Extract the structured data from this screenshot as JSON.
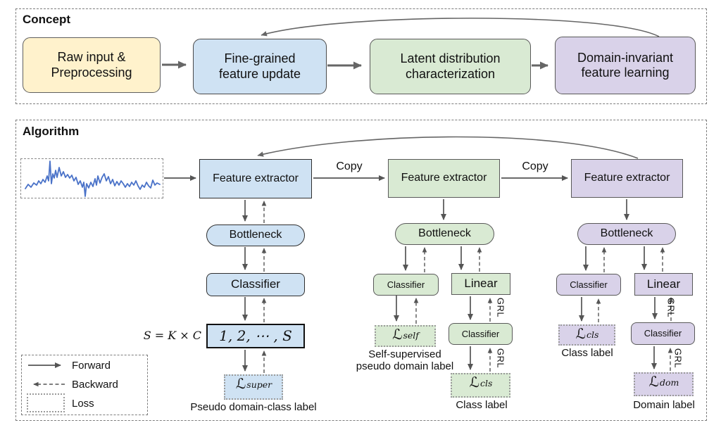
{
  "concept": {
    "title": "Concept",
    "boxes": [
      {
        "name": "raw-input-preprocessing",
        "line1": "Raw input &",
        "line2": "Preprocessing"
      },
      {
        "name": "fine-grained-feature-update",
        "line1": "Fine-grained",
        "line2": "feature update"
      },
      {
        "name": "latent-distribution-characterization",
        "line1": "Latent distribution",
        "line2": "characterization"
      },
      {
        "name": "domain-invariant-feature-learning",
        "line1": "Domain-invariant",
        "line2": "feature learning"
      }
    ]
  },
  "algorithm": {
    "title": "Algorithm",
    "copy_label_1": "Copy",
    "copy_label_2": "Copy",
    "grl": "GRL",
    "branch_source": {
      "extractor": "Feature extractor",
      "bottleneck": "Bottleneck",
      "classifier": "Classifier",
      "pseudo_label_box": "1, 2, ⋯ , S",
      "formula": "S = K × C",
      "loss": {
        "symbol": "ℒ",
        "sub": "super"
      },
      "caption": "Pseudo domain-class label"
    },
    "branch_middle": {
      "extractor": "Feature extractor",
      "bottleneck": "Bottleneck",
      "classifier_self": "Classifier",
      "linear": "Linear",
      "classifier_cls": "Classifier",
      "loss_self": {
        "symbol": "ℒ",
        "sub": "self"
      },
      "caption_self_1": "Self-supervised",
      "caption_self_2": "pseudo domain label",
      "loss_cls": {
        "symbol": "ℒ",
        "sub": "cls"
      },
      "caption_cls": "Class label"
    },
    "branch_target": {
      "extractor": "Feature extractor",
      "bottleneck": "Bottleneck",
      "classifier_cls": "Classifier",
      "linear": "Linear",
      "classifier_dom": "Classifier",
      "loss_cls": {
        "symbol": "ℒ",
        "sub": "cls"
      },
      "caption_cls": "Class label",
      "loss_dom": {
        "symbol": "ℒ",
        "sub": "dom"
      },
      "caption_dom": "Domain label"
    }
  },
  "legend": {
    "forward": "Forward",
    "backward": "Backward",
    "loss": "Loss"
  },
  "colors": {
    "yellow_fill": "#fff2cc",
    "blue_fill": "#cfe2f3",
    "green_fill": "#d9ead3",
    "purple_fill": "#d9d2e9",
    "arrow_gray": "#5a5a5a",
    "waveform_blue": "#4a72c8"
  }
}
